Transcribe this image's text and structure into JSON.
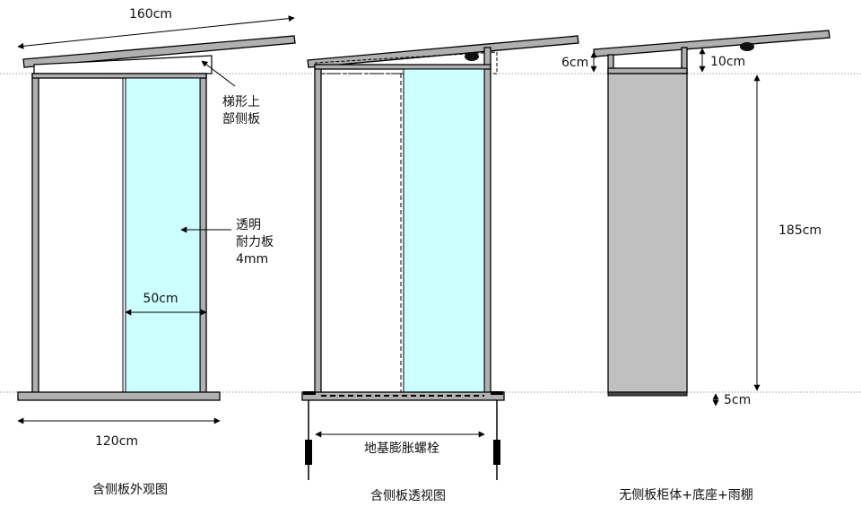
{
  "views": {
    "exterior": {
      "caption": "含侧板外观图",
      "roof_length": "160cm",
      "trapezoid_panel": [
        "梯形上",
        "部侧板"
      ],
      "transparent_panel": [
        "透明",
        "耐力板",
        "4mm"
      ],
      "panel_width": "50cm",
      "base_width": "120cm"
    },
    "perspective": {
      "caption": "含侧板透视图",
      "bolt": "地基膨胀螺栓"
    },
    "cabinet": {
      "caption": "无侧板柜体+底座+雨棚",
      "front_post": "6cm",
      "rear_post": "10cm",
      "body_height": "185cm",
      "base_height": "5cm"
    }
  },
  "colors": {
    "frame": "#b0b0b0",
    "glass": "#ccffff",
    "cabinet": "#c0c0c0",
    "guide": "#9a9a9a"
  }
}
